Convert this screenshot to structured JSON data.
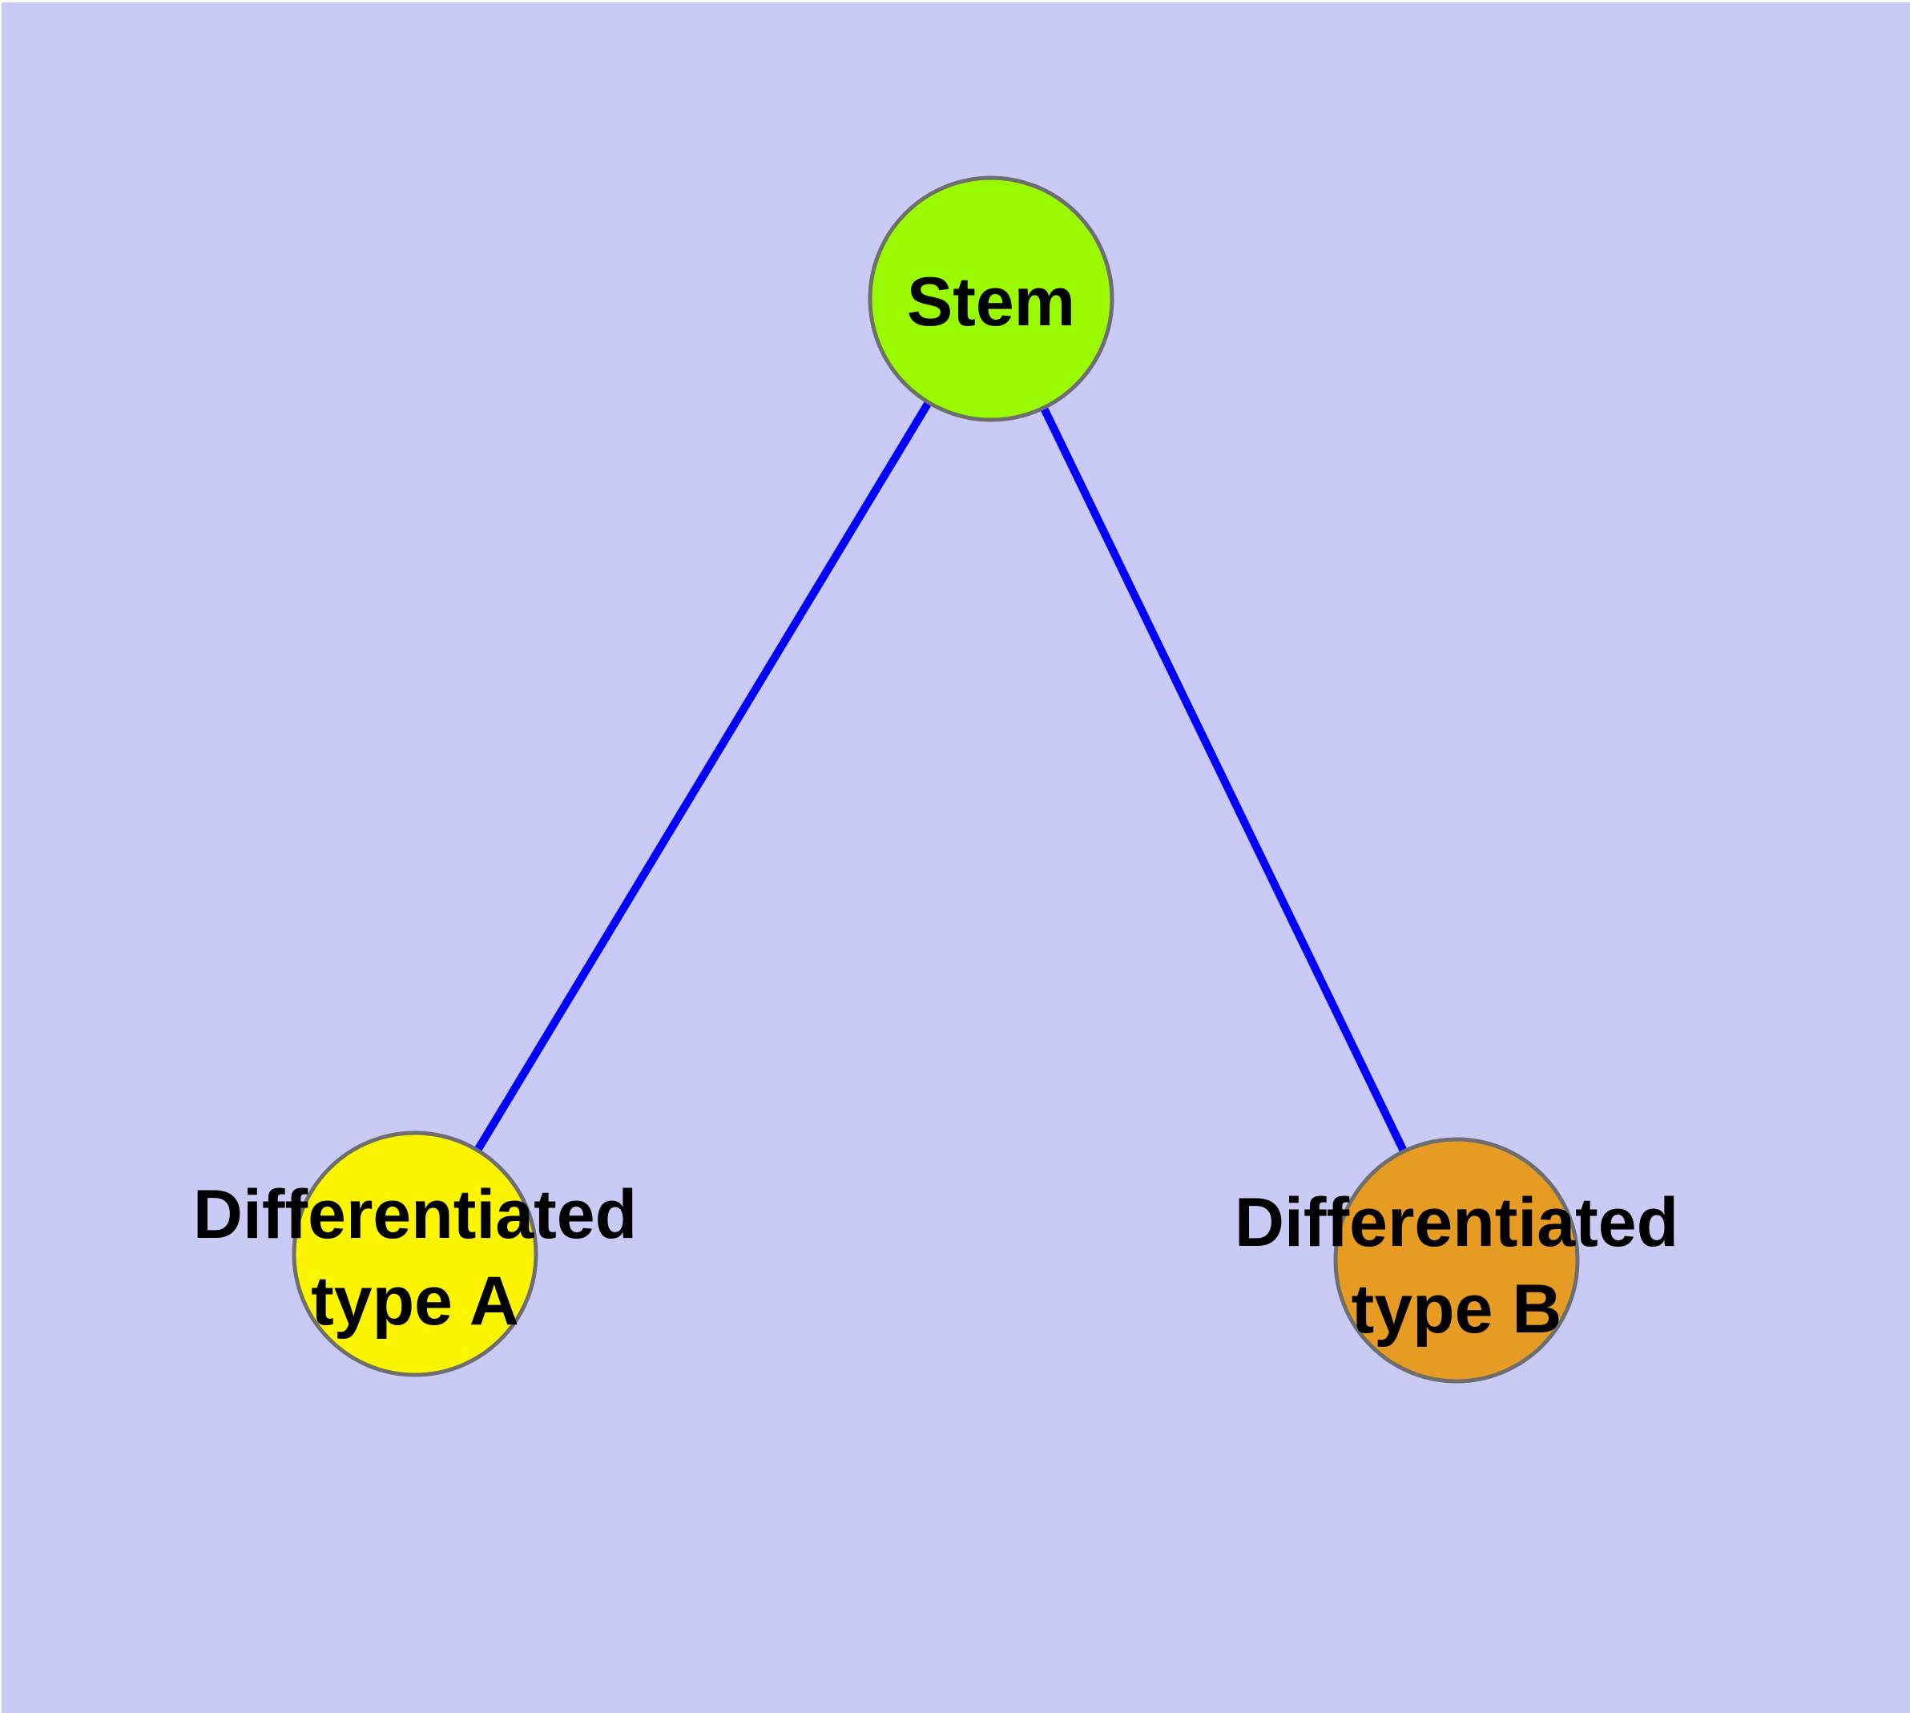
{
  "diagram": {
    "background_color": "#CACAF7",
    "page_margin_color": "#FFFFFF",
    "edge_color": "#0000FF",
    "node_border_color": "#6E6E6E",
    "label_color": "#000000",
    "nodes": [
      {
        "id": "stem",
        "label": "Stem",
        "lines": [
          "Stem"
        ],
        "fill": "#9AFA00"
      },
      {
        "id": "differentiated-type-a",
        "label": "Differentiated type A",
        "lines": [
          "Differentiated",
          "type A"
        ],
        "fill": "#FCF500"
      },
      {
        "id": "differentiated-type-b",
        "label": "Differentiated type B",
        "lines": [
          "Differentiated",
          "type B"
        ],
        "fill": "#E69B23"
      }
    ],
    "edges": [
      {
        "from": "Stem",
        "to": "Differentiated type A"
      },
      {
        "from": "Stem",
        "to": "Differentiated type B"
      }
    ]
  }
}
